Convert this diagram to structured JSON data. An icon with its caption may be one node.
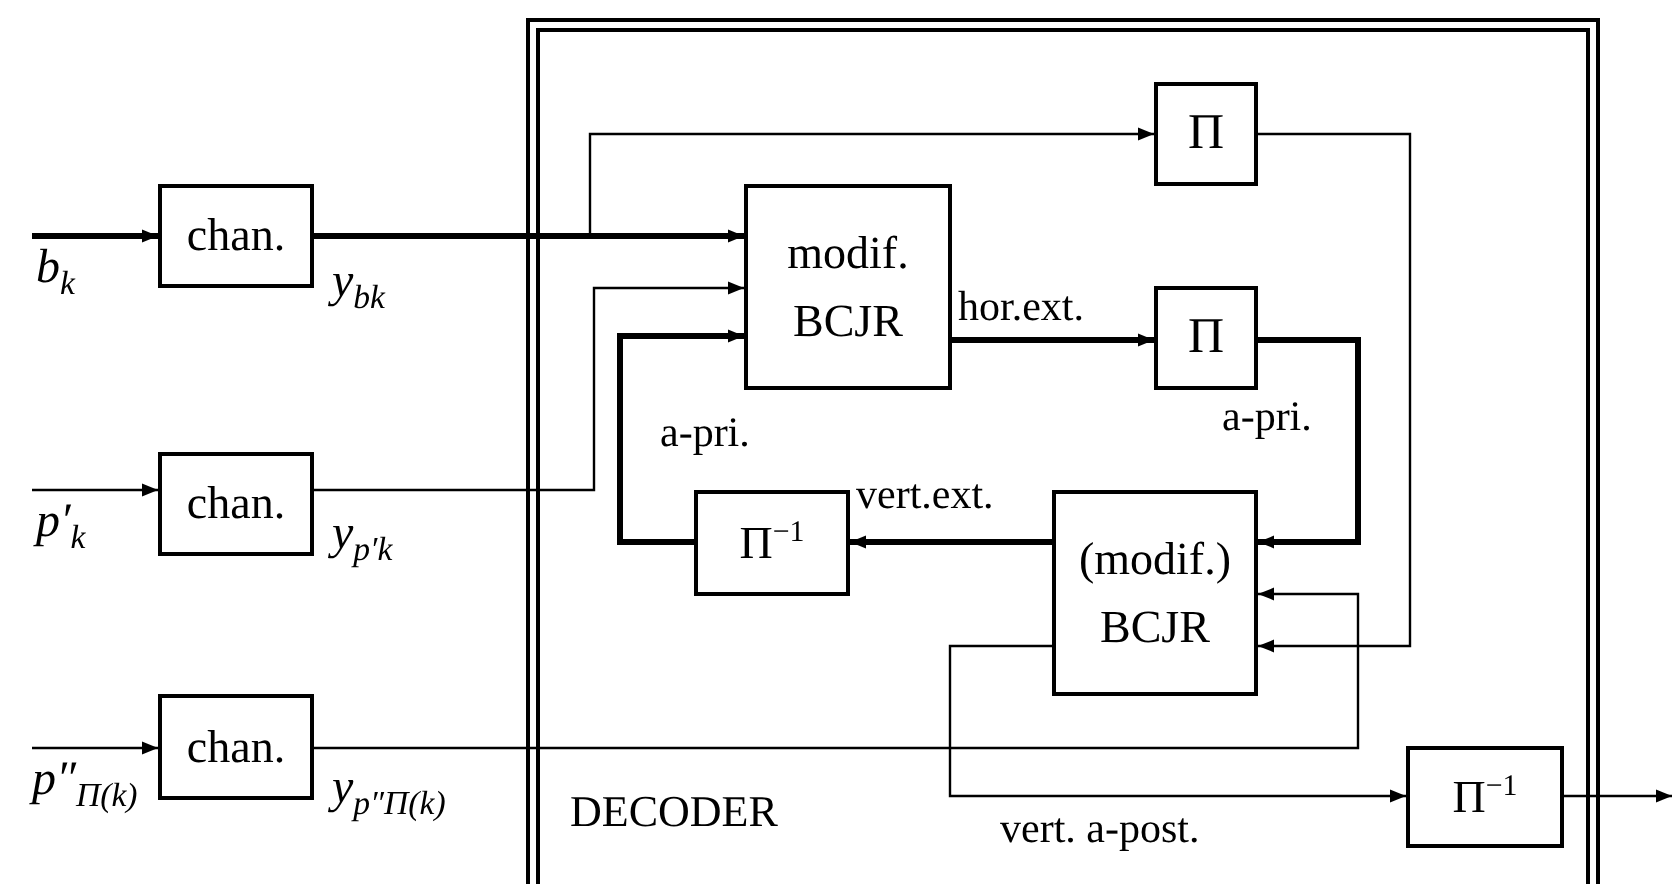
{
  "diagram": {
    "nodes": [
      {
        "text": [
          "DECODER"
        ]
      },
      {
        "text": [
          "chan."
        ]
      },
      {
        "text": [
          "chan."
        ]
      },
      {
        "text": [
          "chan."
        ]
      },
      {
        "text": [
          "Π"
        ],
        "in": 0
      },
      {
        "text": [
          "modif. BCJR"
        ],
        "in": 0
      },
      {
        "text": [
          "Π"
        ],
        "in": 0
      },
      {
        "text": [
          "Π$^{−1}$"
        ],
        "in": 0
      },
      {
        "text": [
          "(modif.) BCJR"
        ],
        "in": 0
      },
      {
        "text": [
          "Π$^{−1}$"
        ],
        "in": 0
      }
    ],
    "edges": [
      {
        "from": null,
        "to": 1,
        "arrow": "to",
        "label": "b$_{k}$",
        "style": "thick"
      },
      {
        "from": null,
        "to": 2,
        "arrow": "to",
        "label": "p′$_{k}$"
      },
      {
        "from": null,
        "to": 3,
        "arrow": "to",
        "label": "p″$_{Π(k)}$"
      },
      {
        "from": 1,
        "to": 5,
        "arrow": "to",
        "label": "y$_{bk}$",
        "style": "thick"
      },
      {
        "from": 1,
        "to": 4,
        "arrow": "to"
      },
      {
        "from": 2,
        "to": 5,
        "arrow": "to",
        "label": "y$_{p′k}$"
      },
      {
        "from": 3,
        "to": 8,
        "arrow": "to",
        "label": "y$_{p″Π(k)}$"
      },
      {
        "from": 5,
        "to": 6,
        "arrow": "to",
        "label": "hor.ext.",
        "style": "thick"
      },
      {
        "from": 4,
        "to": 8,
        "arrow": "to"
      },
      {
        "from": 6,
        "to": 8,
        "arrow": "to",
        "label": "a-pri.",
        "style": "thick"
      },
      {
        "from": 8,
        "to": 7,
        "arrow": "to",
        "label": "vert.ext.",
        "style": "thick"
      },
      {
        "from": 7,
        "to": 5,
        "arrow": "to",
        "label": "a-pri.",
        "style": "thick"
      },
      {
        "from": 8,
        "to": 9,
        "arrow": "to",
        "label": "vert. a-post."
      },
      {
        "from": 9,
        "to": null,
        "arrow": "to"
      }
    ]
  }
}
